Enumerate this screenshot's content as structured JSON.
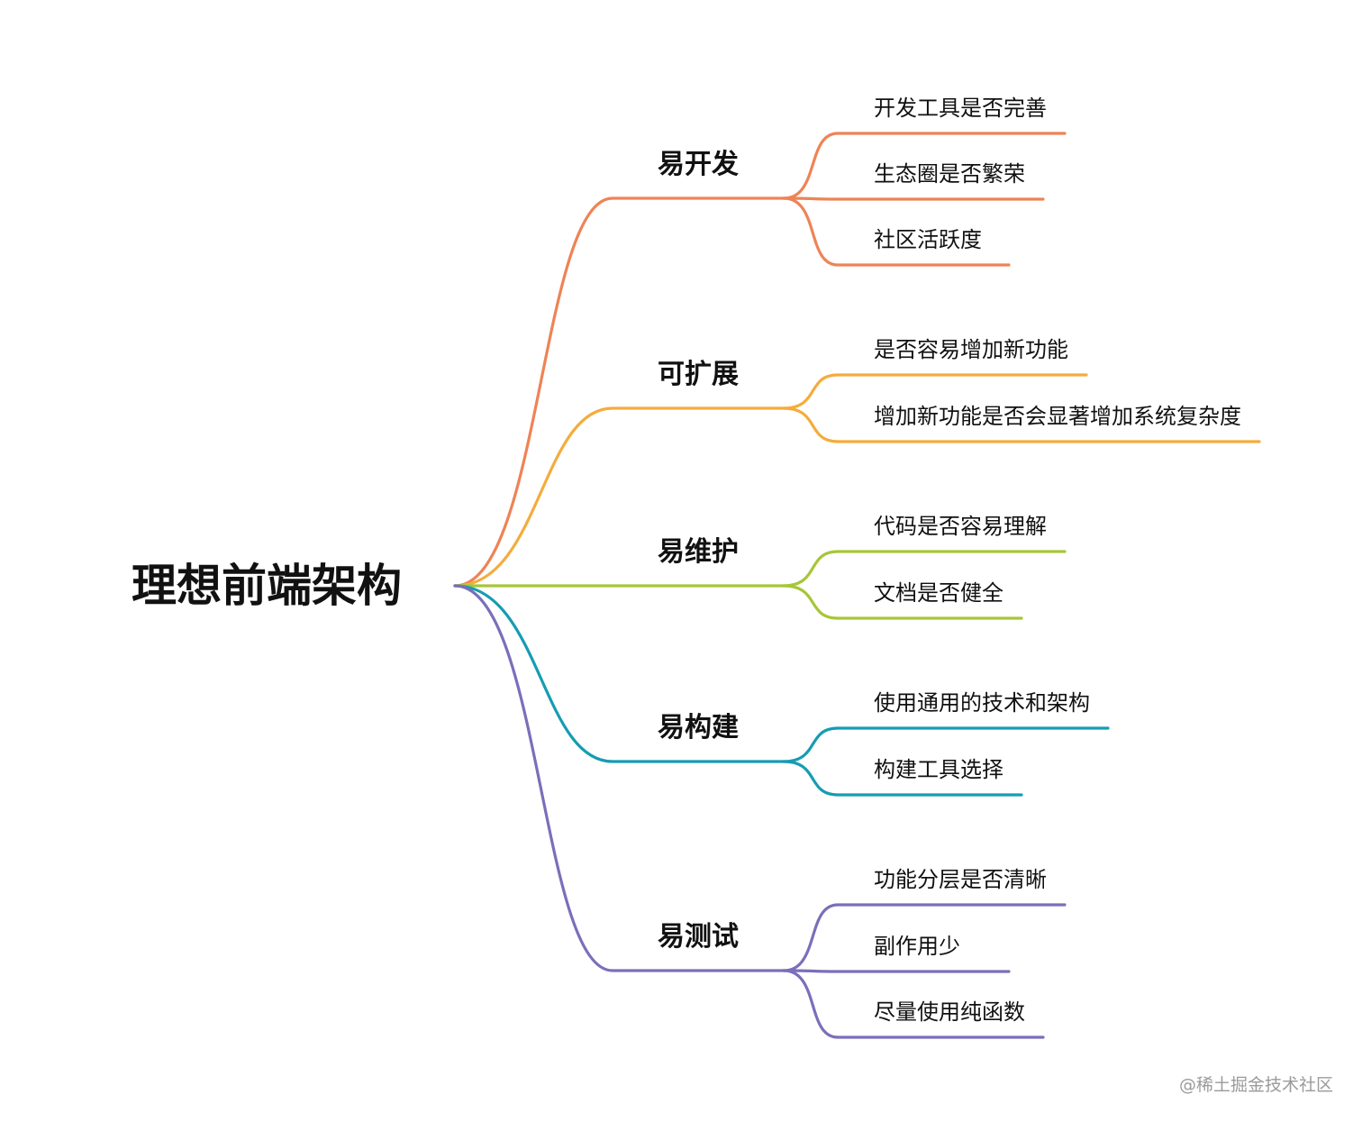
{
  "root": {
    "label": "理想前端架构"
  },
  "branches": [
    {
      "label": "易开发",
      "color": "#ee8356",
      "leaves": [
        "开发工具是否完善",
        "生态圈是否繁荣",
        "社区活跃度"
      ]
    },
    {
      "label": "可扩展",
      "color": "#f4ac3c",
      "leaves": [
        "是否容易增加新功能",
        "增加新功能是否会显著增加系统复杂度"
      ]
    },
    {
      "label": "易维护",
      "color": "#a6c637",
      "leaves": [
        "代码是否容易理解",
        "文档是否健全"
      ]
    },
    {
      "label": "易构建",
      "color": "#169cb2",
      "leaves": [
        "使用通用的技术和架构",
        "构建工具选择"
      ]
    },
    {
      "label": "易测试",
      "color": "#7a6fba",
      "leaves": [
        "功能分层是否清晰",
        "副作用少",
        "尽量使用纯函数"
      ]
    }
  ],
  "watermark": "@稀土掘金技术社区"
}
